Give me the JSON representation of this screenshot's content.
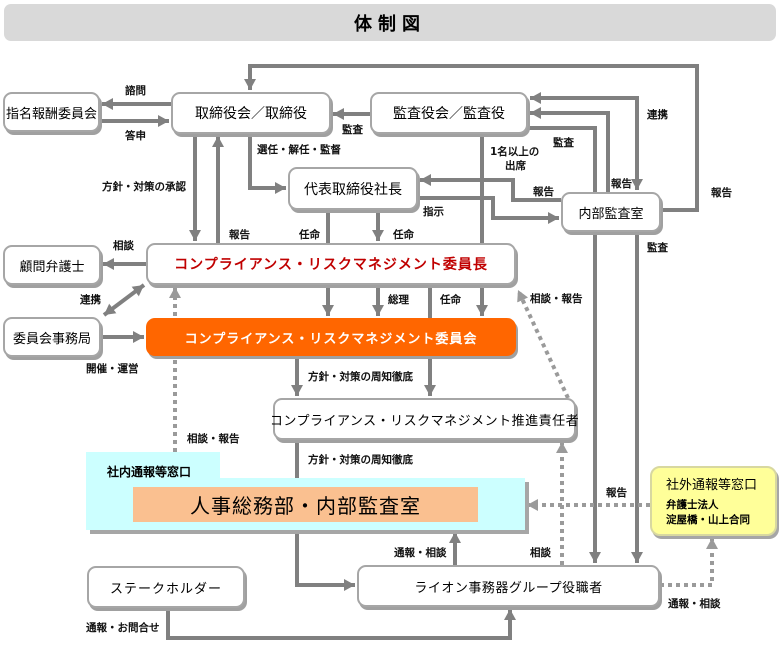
{
  "title": "体制図",
  "colors": {
    "line": "#808080",
    "box_border": "#a6a6a6",
    "committee_fill": "#ff6600",
    "chair_text": "#c00000",
    "internal_hotline_fill": "#ccffff",
    "internal_hotline_dept_fill": "#fac090",
    "external_hotline_fill": "#ffff99",
    "title_bar": "#d9d9d9"
  },
  "boxes": {
    "nomination_committee": "指名報酬委員会",
    "board": "取締役会／取締役",
    "auditors": "監査役会／監査役",
    "president": "代表取締役社長",
    "internal_audit": "内部監査室",
    "legal_advisor": "顧問弁護士",
    "cr_chair": "コンプライアンス・リスクマネジメント委員長",
    "secretariat": "委員会事務局",
    "cr_committee": "コンプライアンス・リスクマネジメント委員会",
    "cr_promoter": "コンプライアンス・リスクマネジメント推進責任者",
    "internal_hotline": {
      "label": "社内通報等窓口",
      "department": "人事総務部・内部監査室"
    },
    "external_hotline": {
      "label": "社外通報等窓口",
      "line1": "弁護士法人",
      "line2": "淀屋橋・山上合同"
    },
    "stakeholder": "ステークホルダー",
    "group_officers": "ライオン事務器グループ役職者"
  },
  "edge_labels": {
    "consult_nomination": "諮問",
    "response_nomination": "答申",
    "audit_board": "監査",
    "appoint_dismiss_supervise": "選任・解任・監督",
    "policy_approval": "方針・対策の承認",
    "report_chair_to_board": "報告",
    "appoint_left": "任命",
    "appoint_right": "任命",
    "attend_line1": "1名以上の",
    "attend_line2": "出席",
    "audit_internal_audit": "監査",
    "liaison_auditors": "連携",
    "report_ia_to_auditors": "報告",
    "report_ia_to_president": "報告",
    "instruction": "指示",
    "report_ia_to_board": "報告",
    "audit_officers": "監査",
    "consult_legal": "相談",
    "liaison_secretariat": "連携",
    "general_affairs": "総理",
    "appoint_promoter": "任命",
    "consult_report_promoter": "相談・報告",
    "host_operate": "開催・運営",
    "policy_dissemination_1": "方針・対策の周知徹底",
    "consult_report_hotline": "相談・報告",
    "policy_dissemination_2": "方針・対策の周知徹底",
    "report_external": "報告",
    "notify_consult_hotline": "通報・相談",
    "consult_officers": "相談",
    "notify_consult_external": "通報・相談",
    "notify_inquiry_stakeholder": "通報・お問合せ"
  }
}
